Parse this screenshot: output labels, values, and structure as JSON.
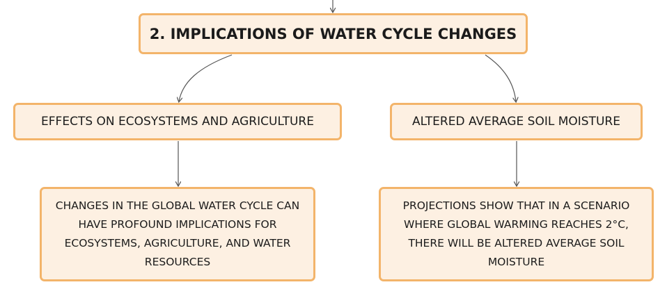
{
  "diagram": {
    "root": {
      "label": "2. IMPLICATIONS OF WATER CYCLE CHANGES"
    },
    "branches": [
      {
        "label": "EFFECTS ON ECOSYSTEMS AND AGRICULTURE",
        "detail": "CHANGES IN THE GLOBAL WATER CYCLE CAN HAVE PROFOUND IMPLICATIONS FOR ECOSYSTEMS, AGRICULTURE, AND WATER RESOURCES"
      },
      {
        "label": "ALTERED AVERAGE SOIL MOISTURE",
        "detail": "PROJECTIONS SHOW THAT IN A SCENARIO WHERE GLOBAL WARMING REACHES 2°C, THERE WILL BE ALTERED AVERAGE SOIL MOISTURE"
      }
    ],
    "colors": {
      "node_fill": "#fdf0e2",
      "node_border": "#f3b46a",
      "connector": "#555555",
      "text": "#1b1b1b"
    }
  }
}
